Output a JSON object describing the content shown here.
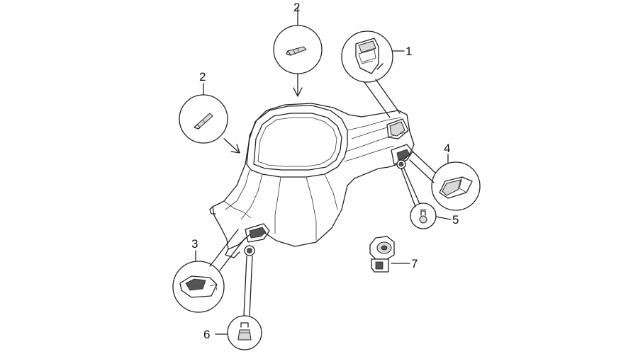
{
  "callouts": {
    "part_1": "1",
    "part_2_top": "2",
    "part_2_left": "2",
    "part_3": "3",
    "part_4": "4",
    "part_5": "5",
    "part_6": "6",
    "part_7": "7"
  },
  "colors": {
    "line": "#222222",
    "background": "#ffffff",
    "shade": "#d9d9d9"
  }
}
